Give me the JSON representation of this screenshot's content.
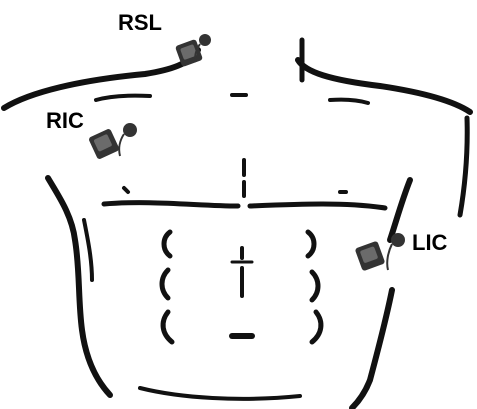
{
  "figure": {
    "type": "torso-electrode-placement-diagram",
    "line_color": "#111111",
    "device_color": "#333333",
    "background": "#ffffff"
  },
  "labels": {
    "rsl": "RSL",
    "ric": "RIC",
    "lic": "LIC"
  },
  "electrodes": {
    "rsl": {
      "icon": "electrode-sensor-icon"
    },
    "ric": {
      "icon": "electrode-sensor-icon"
    },
    "lic": {
      "icon": "electrode-sensor-icon"
    }
  }
}
